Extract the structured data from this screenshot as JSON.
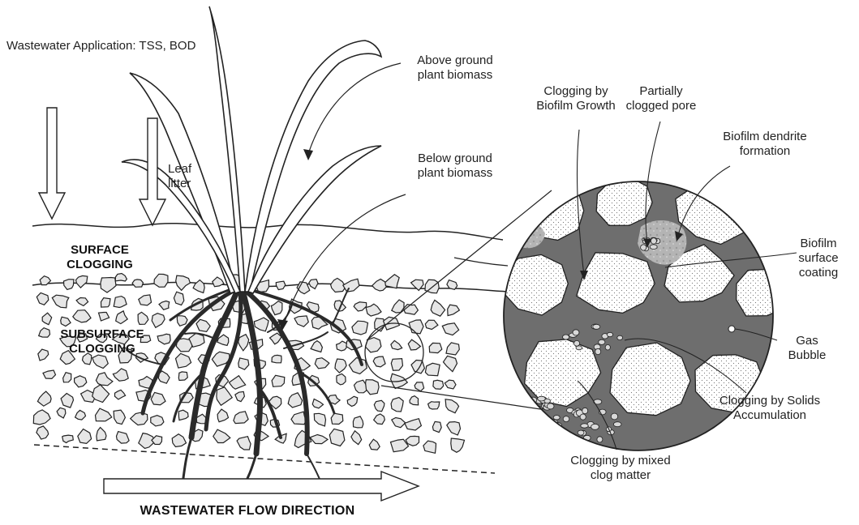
{
  "labels": {
    "wastewater_application": "Wastewater Application: TSS, BOD",
    "leaf_litter": "Leaf litter",
    "above_ground": "Above ground plant biomass",
    "below_ground": "Below ground plant biomass",
    "surface_clogging": "SURFACE CLOGGING",
    "subsurface_clogging": "SUBSURFACE CLOGGING",
    "flow_direction": "WASTEWATER FLOW DIRECTION",
    "clogging_biofilm_growth": "Clogging by Biofilm Growth",
    "partially_clogged_pore": "Partially clogged pore",
    "biofilm_dendrite": "Biofilm dendrite formation",
    "biofilm_surface_coating": "Biofilm surface coating",
    "gas_bubble": "Gas Bubble",
    "clogging_solids": "Clogging by Solids Accumulation",
    "clogging_mixed": "Clogging by mixed clog matter"
  },
  "colors": {
    "ink": "#222222",
    "gravel_fill": "#e6e6e6",
    "biofilm_fill": "#7a7a7a",
    "light_biofilm": "#b8b8b8",
    "grain_fill": "#f4f4f4"
  }
}
